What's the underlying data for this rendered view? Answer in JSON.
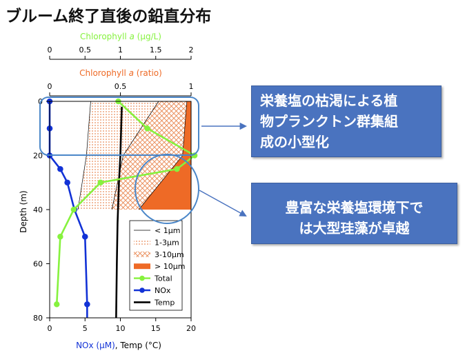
{
  "title": "ブルーム終了直後の鉛直分布",
  "colors": {
    "chlorophyll_green": "#86f23e",
    "chlorophyll_ratio_orange": "#ee6a26",
    "nox_blue": "#1232d6",
    "temp_black": "#000000",
    "highlight_blue": "#4a86c8",
    "callout_fill": "#4a73bf"
  },
  "callouts": [
    {
      "lines": [
        "栄養塩の枯渇による植",
        "物プランクトン群集組",
        "成の小型化"
      ]
    },
    {
      "lines": [
        "豊富な栄養塩環境下で",
        "は大型珪藻が卓越"
      ]
    }
  ],
  "chart_data": {
    "type": "line",
    "orientation": "depth-profile",
    "y_axis": {
      "label": "Depth (m)",
      "lim": [
        80,
        0
      ],
      "ticks": [
        "0",
        "20",
        "40",
        "60",
        "80"
      ],
      "tick_values": [
        0,
        20,
        40,
        60,
        80
      ]
    },
    "top_axis_1": {
      "label": "Chlorophyll a (μg/L)",
      "label_parts": [
        "Chlorophyll ",
        "a",
        " (μg/L)"
      ],
      "lim": [
        0,
        2
      ],
      "ticks": [
        "0",
        "0.5",
        "1",
        "1.5",
        "2"
      ],
      "tick_values": [
        0,
        0.5,
        1,
        1.5,
        2
      ]
    },
    "top_axis_2": {
      "label": "Chlorophyll a (ratio)",
      "label_parts": [
        "Chlorophyll ",
        "a",
        " (ratio)"
      ],
      "lim": [
        0,
        1
      ],
      "ticks": [
        "0",
        "0.5",
        "1"
      ],
      "tick_values": [
        0,
        0.5,
        1
      ]
    },
    "bottom_axis": {
      "label": "NOx (μM), Temp (°C)",
      "label_parts": [
        "NOx (μM)",
        ", Temp (°C)"
      ],
      "lim": [
        0,
        20
      ],
      "ticks": [
        "0",
        "5",
        "10",
        "15",
        "20"
      ],
      "tick_values": [
        0,
        5,
        10,
        15,
        20
      ]
    },
    "size_fractions": {
      "depth": [
        0,
        20,
        40
      ],
      "cumulative_ratio": [
        {
          "name": "< 1μm",
          "values": [
            0.29,
            0.26,
            0.2
          ]
        },
        {
          "name": "1-3μm",
          "values": [
            0.77,
            0.52,
            0.44
          ]
        },
        {
          "name": "3-10μm",
          "values": [
            0.97,
            0.94,
            0.63
          ]
        },
        {
          "name": "> 10μm",
          "values": [
            1.0,
            1.0,
            1.0
          ]
        }
      ]
    },
    "series": [
      {
        "name": "Total",
        "axis": "top_axis_1",
        "marker": "circle",
        "depth": [
          0,
          10,
          20,
          25,
          30,
          40,
          50,
          75
        ],
        "values": [
          0.97,
          1.38,
          2.05,
          1.8,
          0.72,
          0.34,
          0.15,
          0.1
        ]
      },
      {
        "name": "NOx",
        "axis": "bottom_axis",
        "marker": "circle",
        "depth": [
          0,
          10,
          20,
          25,
          30,
          40,
          50,
          75,
          80
        ],
        "values": [
          0.0,
          0.0,
          0.0,
          1.5,
          2.5,
          3.5,
          5.0,
          5.3,
          5.3
        ]
      },
      {
        "name": "Temp",
        "axis": "bottom_axis",
        "marker": "none",
        "depth": [
          2,
          20,
          30,
          45,
          60,
          80
        ],
        "values": [
          10.2,
          10.0,
          9.8,
          9.6,
          9.5,
          9.4
        ]
      }
    ],
    "legend": {
      "placement": "bottom-right",
      "entries": [
        "< 1μm",
        "1-3μm",
        "3-10μm",
        "> 10μm",
        "Total",
        "NOx",
        "Temp"
      ]
    },
    "grid": false
  }
}
